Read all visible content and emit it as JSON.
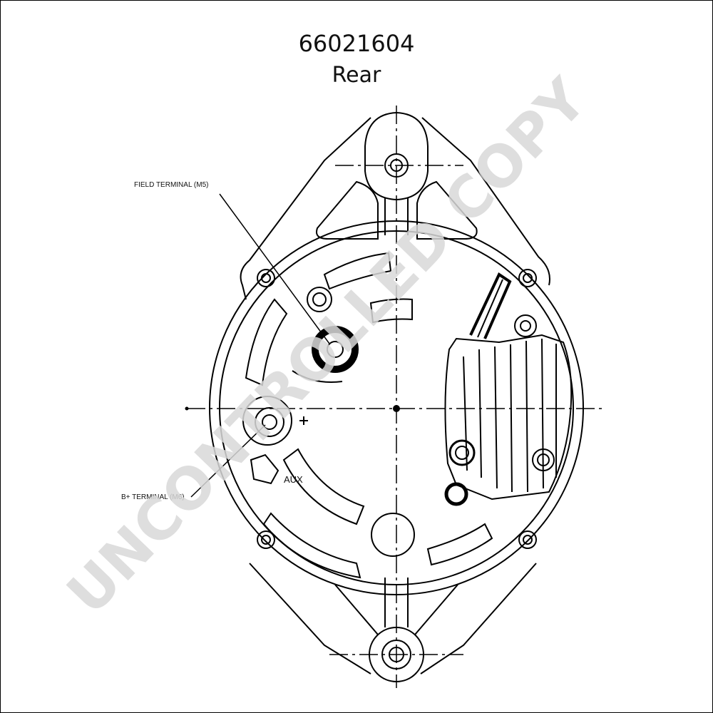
{
  "header": {
    "part_number": "66021604",
    "view": "Rear"
  },
  "callouts": {
    "field_terminal": "FIELD TERMINAL (M5)",
    "b_plus_terminal": "B+ TERMINAL (M6)",
    "aux": "AUX"
  },
  "watermark": "UNCONTROLLED COPY"
}
